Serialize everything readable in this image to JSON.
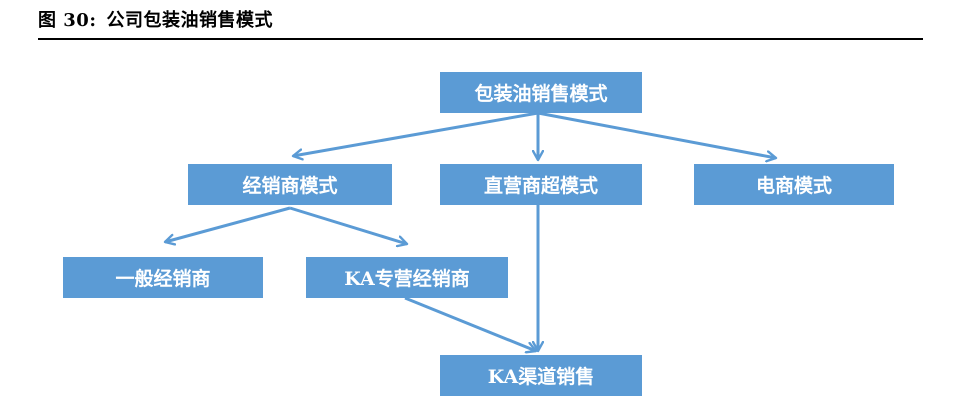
{
  "figure": {
    "label": "图 30:",
    "title": "公司包装油销售模式"
  },
  "colors": {
    "node_fill": "#5b9bd5",
    "node_text": "#ffffff",
    "arrow": "#5b9bd5"
  },
  "nodes": {
    "root": "包装油销售模式",
    "distributor_mode": "经销商模式",
    "direct_supermarket_mode": "直营商超模式",
    "ecommerce_mode": "电商模式",
    "general_distributor": "一般经销商",
    "ka_dedicated_distributor": "KA专营经销商",
    "ka_channel_sales": "KA渠道销售"
  }
}
